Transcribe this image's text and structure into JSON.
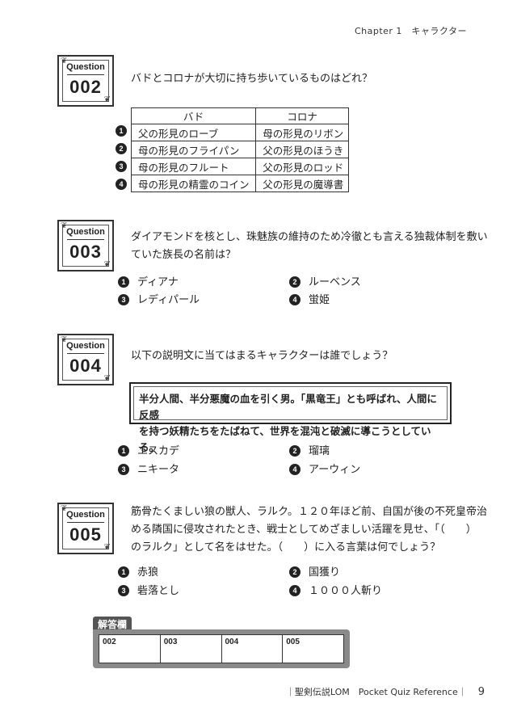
{
  "header": {
    "chapter": "Chapter 1　キャラクター"
  },
  "questions": {
    "q002": {
      "label": "Question",
      "number": "002",
      "text": "バドとコロナが大切に持ち歩いているものはどれ？",
      "table_headers": [
        "バド",
        "コロナ"
      ],
      "rows": [
        {
          "n": "1",
          "a": "父の形見のローブ",
          "b": "母の形見のリボン"
        },
        {
          "n": "2",
          "a": "母の形見のフライパン",
          "b": "父の形見のほうき"
        },
        {
          "n": "3",
          "a": "母の形見のフルート",
          "b": "父の形見のロッド"
        },
        {
          "n": "4",
          "a": "母の形見の精霊のコイン",
          "b": "父の形見の魔導書"
        }
      ]
    },
    "q003": {
      "label": "Question",
      "number": "003",
      "text1": "ダイアモンドを核とし、珠魅族の維持のため冷徹とも言える独裁体制を敷い",
      "text2": "ていた族長の名前は？",
      "choices": [
        "ディアナ",
        "ルーベンス",
        "レディパール",
        "蛍姫"
      ]
    },
    "q004": {
      "label": "Question",
      "number": "004",
      "text": "以下の説明文に当てはまるキャラクターは誰でしょう？",
      "desc1": "半分人間、半分悪魔の血を引く男。「黒竜王」とも呼ばれ、人間に反感",
      "desc2": "を持つ妖精たちをたばねて、世界を混沌と破滅に導こうとしている。",
      "choices": [
        "エスカデ",
        "瑠璃",
        "ニキータ",
        "アーウィン"
      ]
    },
    "q005": {
      "label": "Question",
      "number": "005",
      "text1": "筋骨たくましい狼の獣人、ラルク。１２０年ほど前、自国が後の不死皇帝治",
      "text2": "める隣国に侵攻されたとき、戦士としてめざましい活躍を見せ、「（　　）",
      "text3": "のラルク」として名をはせた。（　　）に入る言葉は何でしょう？",
      "choices": [
        "赤狼",
        "国獲り",
        "砦落とし",
        "１０００人斬り"
      ]
    }
  },
  "choice_numbers": [
    "1",
    "2",
    "3",
    "4"
  ],
  "answer_sheet": {
    "title": "解答欄",
    "cells": [
      "002",
      "003",
      "004",
      "005"
    ]
  },
  "footer": {
    "book": "｜聖剣伝説LOM　Pocket Quiz Reference｜",
    "page": "9"
  }
}
